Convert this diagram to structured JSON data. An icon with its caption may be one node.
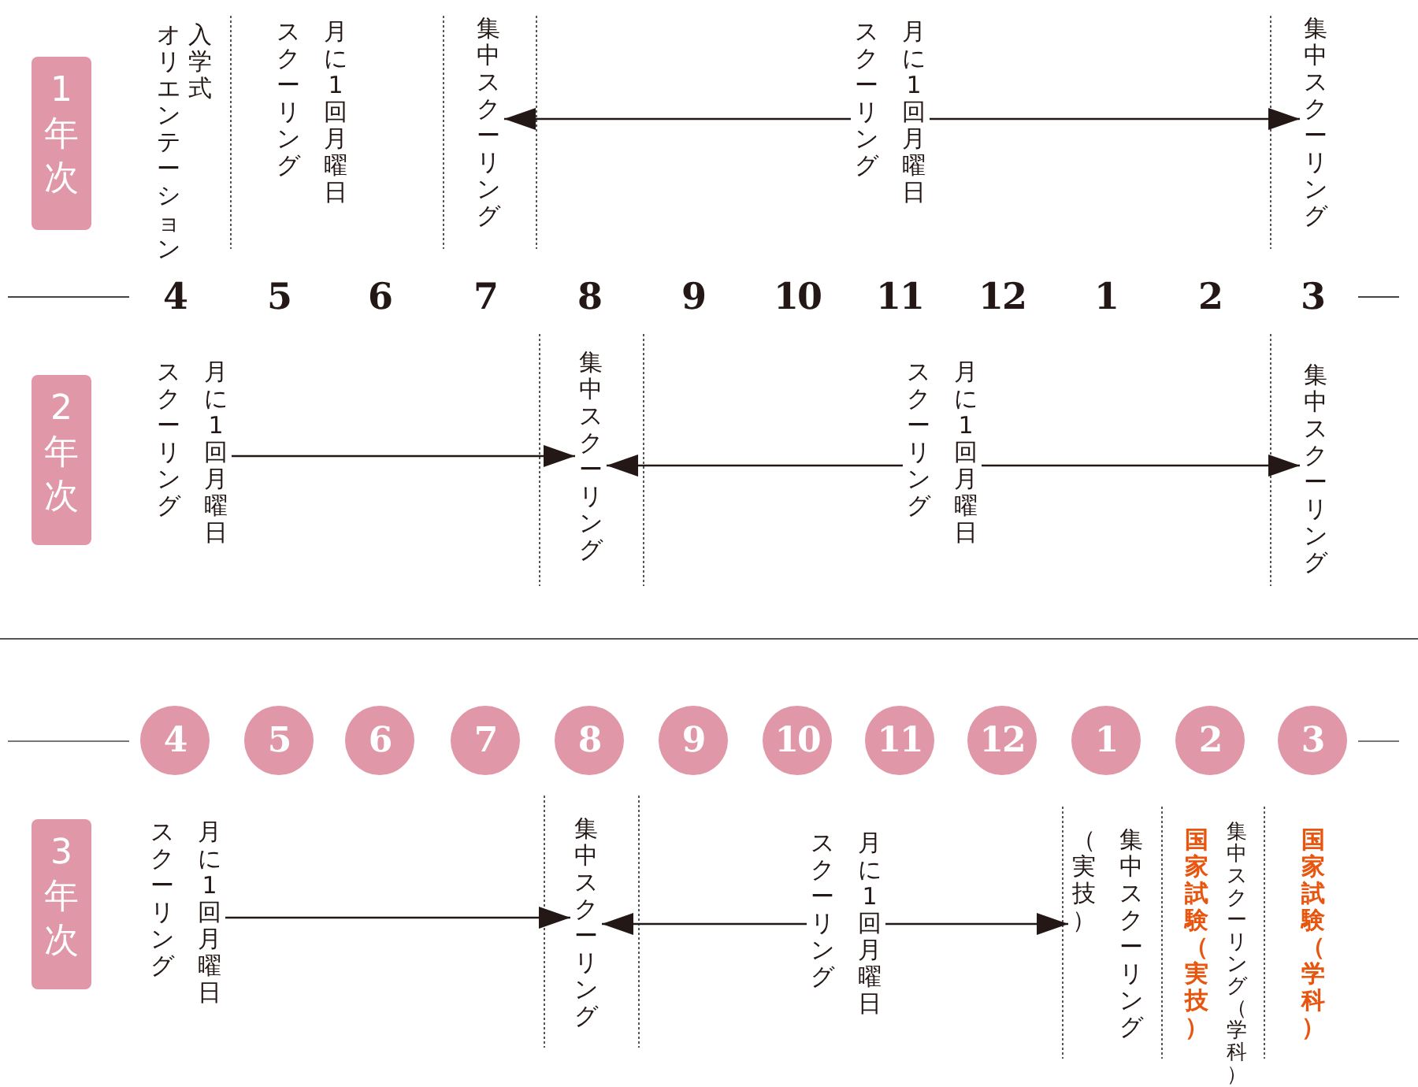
{
  "diagram": {
    "nodes": [
      {
        "text": [
          "1年次"
        ]
      },
      {
        "text": [
          "集中スクーリング"
        ]
      },
      {
        "text": [
          "月に1回月曜日スクーリング"
        ]
      },
      {
        "text": [
          "集中スクーリング"
        ]
      },
      {
        "text": [
          "2年次"
        ]
      },
      {
        "text": [
          "月に1回月曜日スクーリング"
        ]
      },
      {
        "text": [
          "集中スクーリング"
        ]
      },
      {
        "text": [
          "月に1回月曜日スクーリング"
        ]
      },
      {
        "text": [
          "集中スクーリング"
        ]
      },
      {
        "text": [
          "4"
        ]
      },
      {
        "text": [
          "5"
        ]
      },
      {
        "text": [
          "6"
        ]
      },
      {
        "text": [
          "7"
        ]
      },
      {
        "text": [
          "8"
        ]
      },
      {
        "text": [
          "9"
        ]
      },
      {
        "text": [
          "10"
        ]
      },
      {
        "text": [
          "11"
        ]
      },
      {
        "text": [
          "12"
        ]
      },
      {
        "text": [
          "1"
        ]
      },
      {
        "text": [
          "2"
        ]
      },
      {
        "text": [
          "3"
        ]
      },
      {
        "text": [
          "3年次"
        ]
      },
      {
        "text": [
          "月に1回月曜日スクーリング"
        ]
      },
      {
        "text": [
          "集中スクーリング"
        ]
      },
      {
        "text": [
          "月に1回月曜日スクーリング"
        ]
      },
      {
        "text": [
          "集中スクーリング（実技）"
        ]
      }
    ],
    "edges": [
      {
        "from": 2,
        "to": 1,
        "arrow": "to"
      },
      {
        "from": 2,
        "to": 3,
        "arrow": "to"
      },
      {
        "from": 5,
        "to": 6,
        "arrow": "to"
      },
      {
        "from": 7,
        "to": 6,
        "arrow": "to"
      },
      {
        "from": 7,
        "to": 8,
        "arrow": "to"
      },
      {
        "from": 22,
        "to": 23,
        "arrow": "to"
      },
      {
        "from": 24,
        "to": 23,
        "arrow": "to"
      },
      {
        "from": 24,
        "to": 25,
        "arrow": "to"
      }
    ],
    "labels": [
      "入学式",
      "オリエンテーション",
      "月に1回月曜日スクーリング",
      "4",
      "5",
      "6",
      "7",
      "8",
      "9",
      "10",
      "11",
      "12",
      "1",
      "2",
      "3",
      "国家試験（実技）",
      "集中スクーリング（学科）",
      "国家試験（学科）"
    ]
  }
}
